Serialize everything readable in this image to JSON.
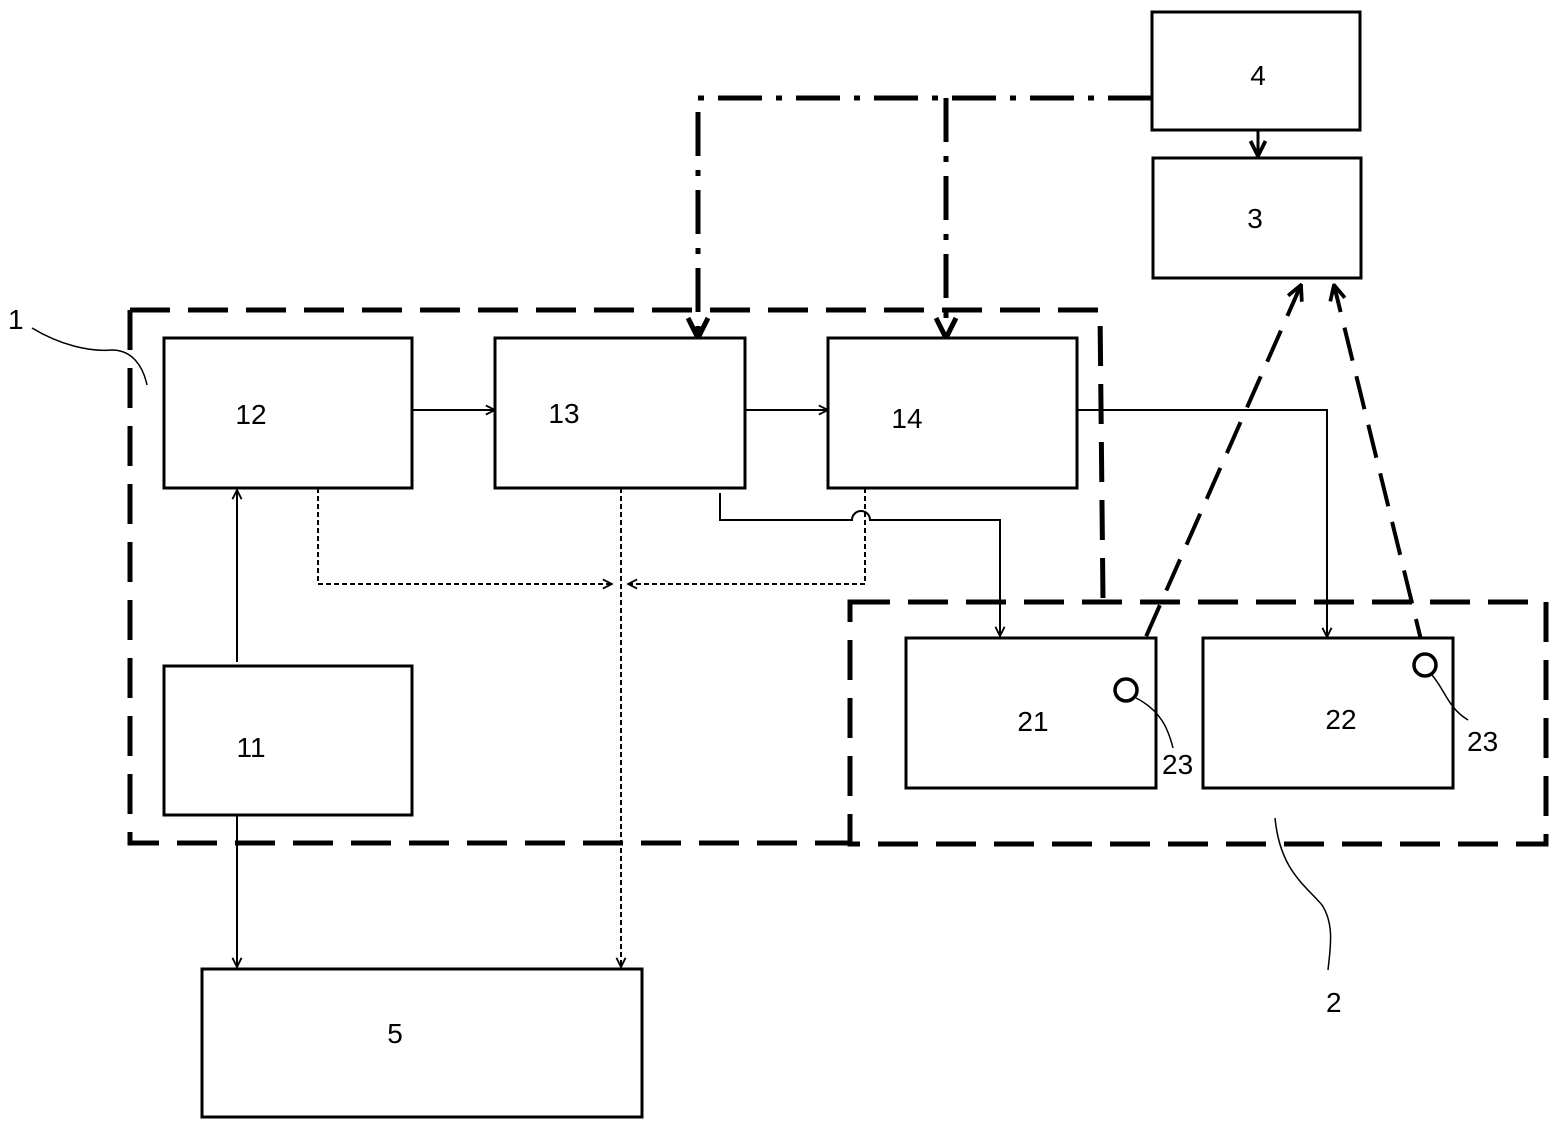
{
  "diagram": {
    "blocks": {
      "b4": "4",
      "b3": "3",
      "b12": "12",
      "b13": "13",
      "b14": "14",
      "b11": "11",
      "b5": "5",
      "b21": "21",
      "b22": "22"
    },
    "callouts": {
      "unit1": "1",
      "unit2": "2",
      "sensor_a": "23",
      "sensor_b": "23"
    }
  }
}
